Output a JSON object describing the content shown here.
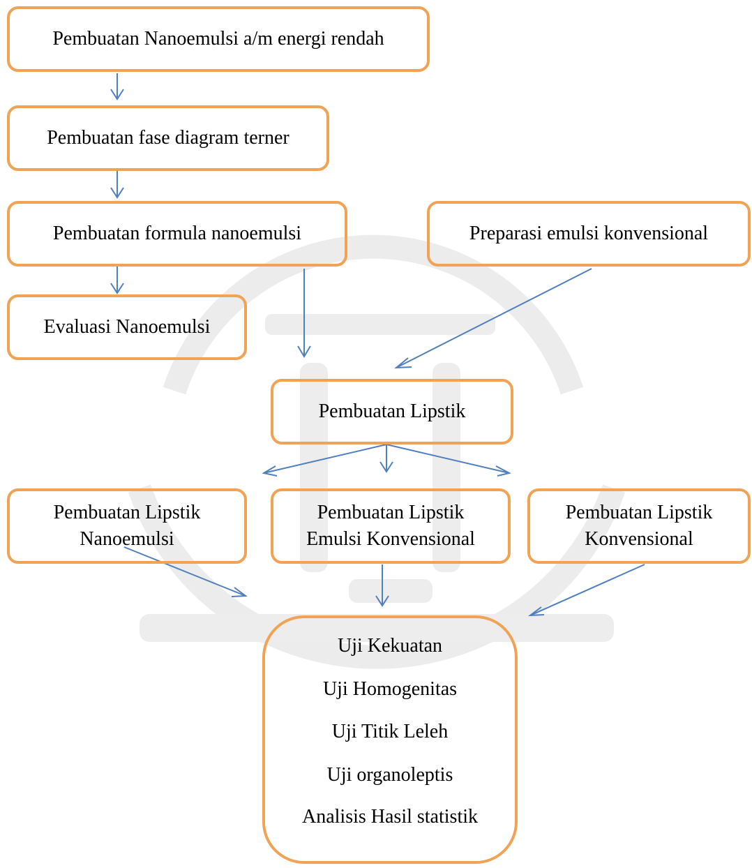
{
  "nodes": {
    "nanoemulsi_energi": "Pembuatan Nanoemulsi a/m energi rendah",
    "fase_diagram": "Pembuatan fase diagram terner",
    "formula_nanoemulsi": "Pembuatan formula nanoemulsi",
    "preparasi_emulsi": "Preparasi emulsi konvensional",
    "evaluasi": "Evaluasi Nanoemulsi",
    "lipstik": "Pembuatan Lipstik",
    "lipstik_nano": [
      "Pembuatan Lipstik",
      "Nanoemulsi"
    ],
    "lipstik_emulsi": [
      "Pembuatan Lipstik",
      "Emulsi Konvensional"
    ],
    "lipstik_konv": [
      "Pembuatan Lipstik",
      "Konvensional"
    ],
    "uji": [
      "Uji Kekuatan",
      "Uji  Homogenitas",
      "Uji Titik Leleh",
      "Uji organoleptis",
      "Analisis Hasil statistik"
    ]
  },
  "colors": {
    "box_border": "#f0a255",
    "arrow": "#4f7fbd",
    "watermark": "#ececec"
  }
}
